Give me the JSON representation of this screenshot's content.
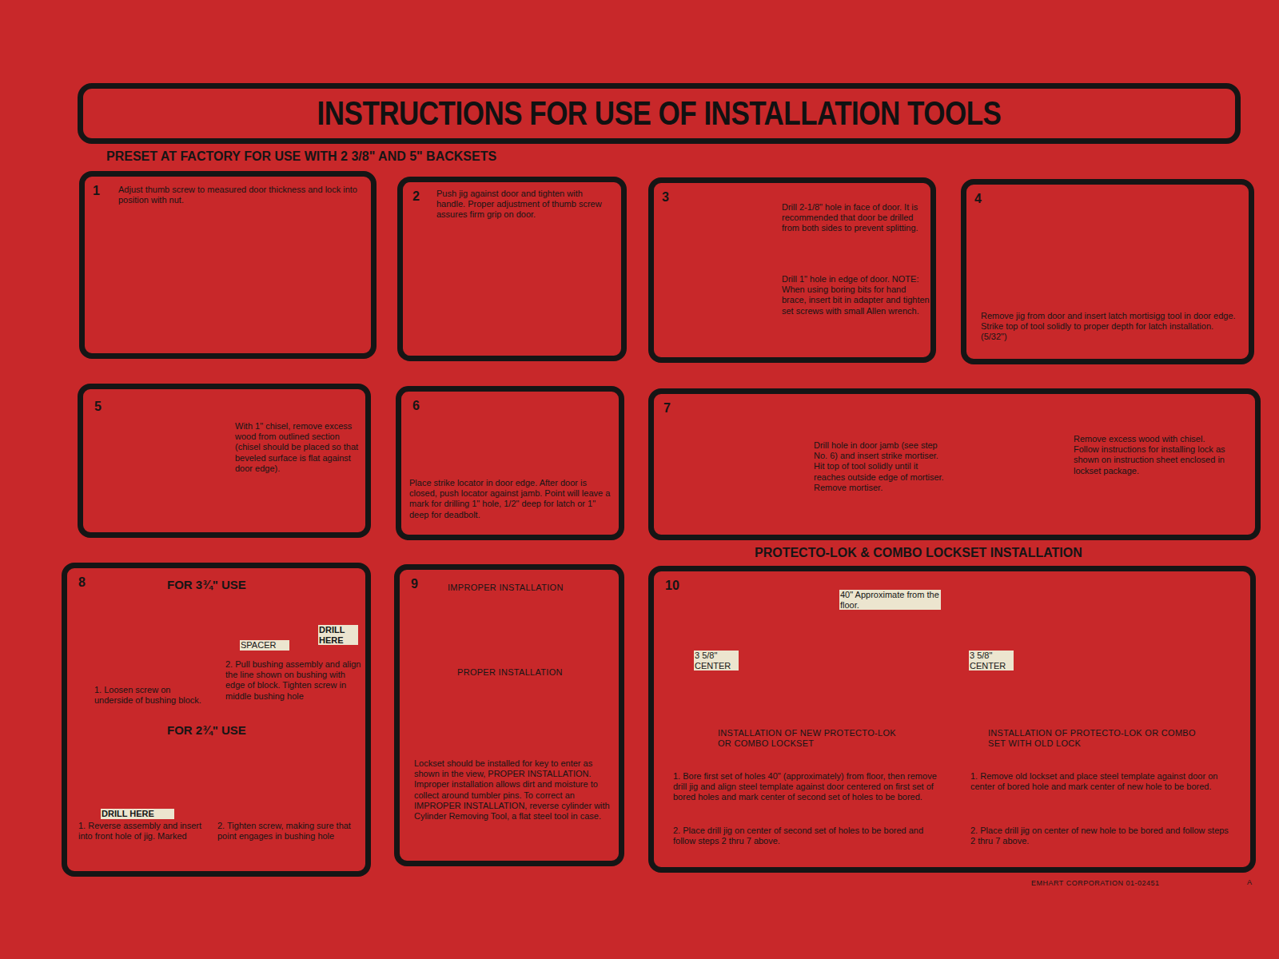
{
  "diagram": {
    "title": "INSTRUCTIONS FOR USE OF INSTALLATION TOOLS",
    "nodes": [
      {
        "text": [
          "1",
          "Adjust thumb screw to measured door thickness and lock into position with nut."
        ]
      },
      {
        "text": [
          "2",
          "Push jig against door and tighten with handle. Proper adjustment of thumb screw assures firm grip on door."
        ]
      },
      {
        "text": [
          "3",
          "Drill 2-1/8\" hole in face of door. It is recommended that door be drilled from both sides to prevent splitting.",
          "Drill 1\" hole in edge of door. NOTE: When using boring bits for hand brace, insert bit in adapter and tighten set screws with small Allen wrench."
        ]
      },
      {
        "text": [
          "4",
          "Remove jig from door and insert latch mortisigg tool in door edge. Strike top of tool solidly to proper depth for latch installation. (5/32\")"
        ]
      },
      {
        "text": [
          "5",
          "With 1\" chisel, remove excess wood from outlined section (chisel should be placed so that beveled surface is flat against door edge)."
        ]
      },
      {
        "text": [
          "6",
          "Place strike locator in door edge. After door is closed, push locator against jamb. Point will leave a mark for drilling 1\" hole, 1/2\" deep for latch or 1\" deep for deadbolt."
        ]
      },
      {
        "text": [
          "7",
          "Drill hole in door jamb (see step No. 6) and insert strike mortiser. Hit top of tool solidly until it reaches outside edge of mortiser. Remove mortiser.",
          "Remove excess wood with chisel. Follow instructions for installing lock as shown on instruction sheet enclosed in lockset package."
        ]
      },
      {
        "text": [
          "8",
          "FOR 3¾\" USE",
          "1. Loosen screw on underside of bushing block.",
          "2. Pull bushing assembly and align the line shown on bushing with edge of block. Tighten screw in middle bushing hole",
          "FOR 2¾\" USE",
          "1. Reverse assembly and insert into front hole of jig. Marked",
          "2. Tighten screw, making sure that point engages in bushing hole"
        ]
      },
      {
        "text": [
          "9",
          "IMPROPER INSTALLATION",
          "PROPER INSTALLATION",
          "Lockset should be installed for key to enter as shown in the view, PROPER INSTALLATION. Improper installation allows dirt and moisture to collect around tumbler pins. To correct an IMPROPER INSTALLATION, reverse cylinder with Cylinder Removing Tool, a flat steel tool in case."
        ]
      },
      {
        "text": [
          "10",
          "INSTALLATION OF NEW PROTECTO-LOK OR COMBO LOCKSET",
          "1. Bore first set of holes 40\" (approximately) from floor, then remove drill jig and align steel template against door centered on first set of bored holes and mark center of second set of holes to be bored.",
          "2. Place drill jig on center of second set of holes to be bored and follow steps 2 thru 7 above.",
          "INSTALLATION OF PROTECTO-LOK OR COMBO SET WITH OLD LOCK",
          "1. Remove old lockset and place steel template against door on center of bored hole and mark center of new hole to be bored.",
          "2. Place drill jig on center of new hole to be bored and follow steps 2 thru 7 above."
        ]
      }
    ],
    "labels": [
      "PRESET AT FACTORY FOR USE WITH 2 3/8\" AND 5\" BACKSETS",
      "PROTECTO-LOK & COMBO LOCKSET INSTALLATION",
      "SPACER",
      "DRILL HERE",
      "DRILL HERE",
      "40\" Approximate from the floor.",
      "3 5/8\" CENTER",
      "3 5/8\" CENTER",
      "EMHART CORPORATION 01-02451",
      "A"
    ]
  }
}
